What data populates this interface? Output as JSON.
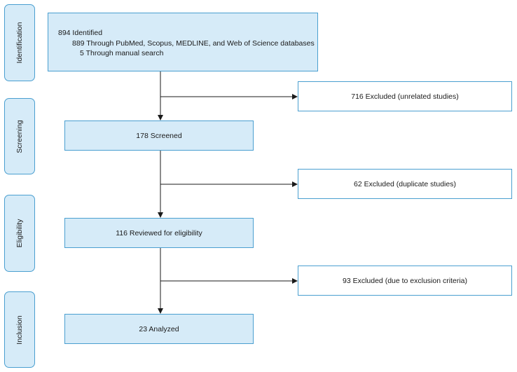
{
  "stages": {
    "identification": "Identification",
    "screening": "Screening",
    "eligibility": "Eligibility",
    "inclusion": "Inclusion"
  },
  "flow": {
    "identified": {
      "title": "894 Identified",
      "line1": "889 Through PubMed, Scopus, MEDLINE, and Web of Science databases",
      "line2": "5 Through manual search"
    },
    "screened": "178 Screened",
    "reviewed": "116 Reviewed for eligibility",
    "analyzed": "23 Analyzed"
  },
  "exclusions": {
    "unrelated": "716 Excluded (unrelated studies)",
    "duplicate": "62 Excluded (duplicate studies)",
    "criteria": "93 Excluded (due to exclusion criteria)"
  },
  "colors": {
    "box_fill": "#d6ebf8",
    "box_border": "#4a9fd0",
    "arrow": "#1a1a1a"
  }
}
